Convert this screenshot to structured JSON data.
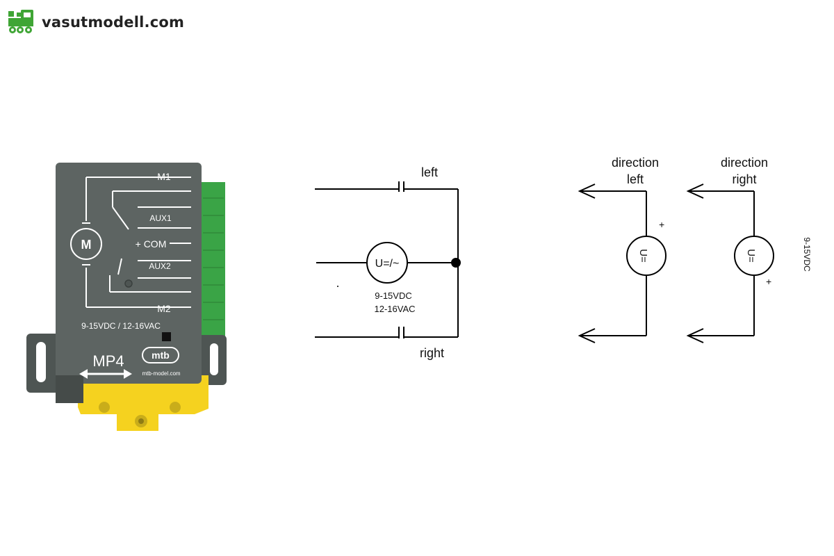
{
  "brand": {
    "name": "vasutmodell.com",
    "logo_icon": "train-icon",
    "logo_color": "#3fa535"
  },
  "device": {
    "terminals": {
      "m1": "M1",
      "aux1": "AUX1",
      "com": "+ COM",
      "aux2": "AUX2",
      "m2": "M2"
    },
    "motor": "M",
    "power": "9-15VDC / 12-16VAC",
    "model": "MP4",
    "maker_logo": "mtb",
    "website": "mtb-model.com",
    "colors": {
      "body": "#5d6462",
      "mount": "#f5d21f",
      "connector": "#3aa446"
    }
  },
  "circuit1": {
    "top_label": "left",
    "bottom_label": "right",
    "source_symbol": "U=/~",
    "supply_dc": "9-15VDC",
    "supply_ac": "12-16VAC"
  },
  "circuit2": {
    "left_title_1": "direction",
    "left_title_2": "left",
    "right_title_1": "direction",
    "right_title_2": "right",
    "source_symbol": "U=",
    "plus": "+",
    "supply_label": "9-15VDC"
  }
}
